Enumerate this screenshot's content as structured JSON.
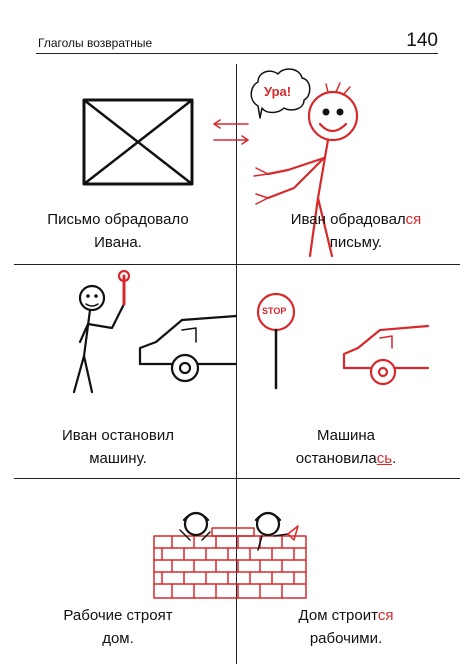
{
  "header": {
    "title": "Глаголы возвратные",
    "page_number": "140"
  },
  "panels": {
    "p1": {
      "line1": "Письмо обрадовало",
      "line2": "Ивана."
    },
    "p2": {
      "speech": "Ура!",
      "line1_pre": "Иван обрадовал",
      "line1_accent": "ся",
      "line2": "письму."
    },
    "p3": {
      "line1": "Иван остановил",
      "line2": "машину."
    },
    "p4": {
      "sign": "STOP",
      "line1": "Машина",
      "line2_pre": "остановила",
      "line2_accent": "сь",
      "line2_post": "."
    },
    "p5": {
      "line1": "Рабочие строят",
      "line2": "дом."
    },
    "p6": {
      "line1_pre": "Дом строит",
      "line1_accent": "ся",
      "line2": "рабочими."
    }
  },
  "colors": {
    "accent": "#d8282b",
    "ink": "#111111"
  }
}
